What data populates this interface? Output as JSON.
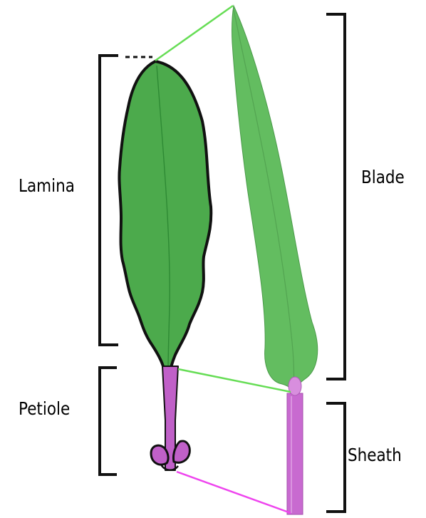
{
  "labels": {
    "lamina": "Lamina",
    "petiole": "Petiole",
    "blade": "Blade",
    "sheath": "Sheath"
  },
  "colors": {
    "leaf_green": "#4caa4c",
    "leaf_green_dark": "#2e8a34",
    "blade_green": "#63bd60",
    "connector_green": "#66dd55",
    "petiole_magenta": "#c060c8",
    "sheath_magenta": "#c86ad0",
    "connector_magenta": "#ee44ee",
    "outline": "#111111",
    "bracket": "#111111"
  },
  "icons": {
    "dicot_leaf": "broad-leaf-with-petiole",
    "monocot_leaf": "grass-leaf-with-sheath"
  }
}
